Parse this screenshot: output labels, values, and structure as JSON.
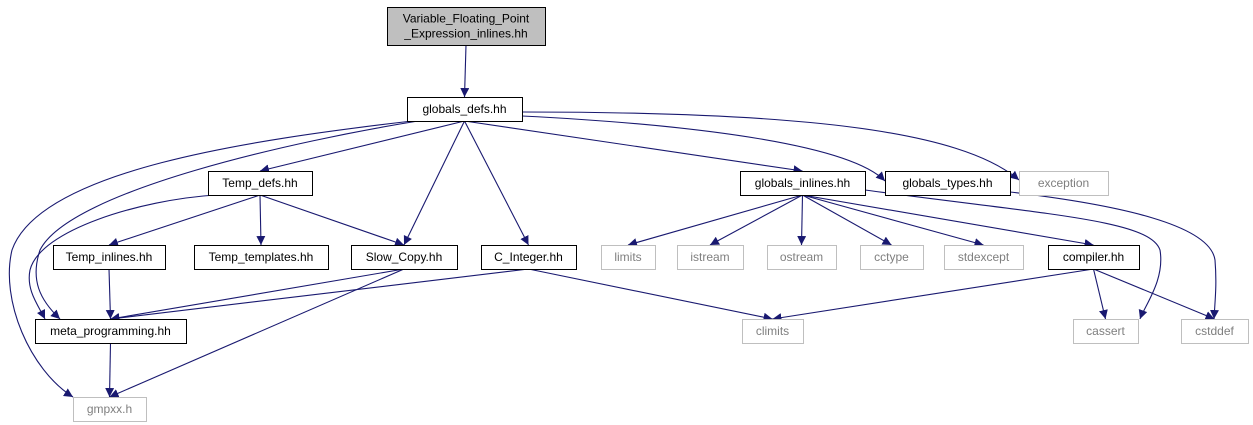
{
  "colors": {
    "edge": "#191970",
    "root_fill": "#bfbfbf",
    "documented_border": "#000000",
    "system_border": "#bfbfbf",
    "system_text": "#7f7f7f"
  },
  "nodes": [
    {
      "id": "root",
      "lines": [
        "Variable_Floating_Point",
        "_Expression_inlines.hh"
      ],
      "kind": "root"
    },
    {
      "id": "globals_defs",
      "lines": [
        "globals_defs.hh"
      ],
      "kind": "doc"
    },
    {
      "id": "temp_defs",
      "lines": [
        "Temp_defs.hh"
      ],
      "kind": "doc"
    },
    {
      "id": "globals_inlines",
      "lines": [
        "globals_inlines.hh"
      ],
      "kind": "doc"
    },
    {
      "id": "globals_types",
      "lines": [
        "globals_types.hh"
      ],
      "kind": "doc"
    },
    {
      "id": "exception",
      "lines": [
        "exception"
      ],
      "kind": "sys"
    },
    {
      "id": "temp_inlines",
      "lines": [
        "Temp_inlines.hh"
      ],
      "kind": "doc"
    },
    {
      "id": "temp_templates",
      "lines": [
        "Temp_templates.hh"
      ],
      "kind": "doc"
    },
    {
      "id": "slow_copy",
      "lines": [
        "Slow_Copy.hh"
      ],
      "kind": "doc"
    },
    {
      "id": "c_integer",
      "lines": [
        "C_Integer.hh"
      ],
      "kind": "doc"
    },
    {
      "id": "limits",
      "lines": [
        "limits"
      ],
      "kind": "sys"
    },
    {
      "id": "istream",
      "lines": [
        "istream"
      ],
      "kind": "sys"
    },
    {
      "id": "ostream",
      "lines": [
        "ostream"
      ],
      "kind": "sys"
    },
    {
      "id": "cctype",
      "lines": [
        "cctype"
      ],
      "kind": "sys"
    },
    {
      "id": "stdexcept",
      "lines": [
        "stdexcept"
      ],
      "kind": "sys"
    },
    {
      "id": "compiler",
      "lines": [
        "compiler.hh"
      ],
      "kind": "doc"
    },
    {
      "id": "meta_programming",
      "lines": [
        "meta_programming.hh"
      ],
      "kind": "doc"
    },
    {
      "id": "climits",
      "lines": [
        "climits"
      ],
      "kind": "sys"
    },
    {
      "id": "cassert",
      "lines": [
        "cassert"
      ],
      "kind": "sys"
    },
    {
      "id": "cstddef",
      "lines": [
        "cstddef"
      ],
      "kind": "sys"
    },
    {
      "id": "gmpxx",
      "lines": [
        "gmpxx.h"
      ],
      "kind": "sys"
    }
  ],
  "edges": [
    {
      "from": "root",
      "to": "globals_defs"
    },
    {
      "from": "globals_defs",
      "to": "gmpxx"
    },
    {
      "from": "globals_defs",
      "to": "meta_programming"
    },
    {
      "from": "globals_defs",
      "to": "temp_defs"
    },
    {
      "from": "globals_defs",
      "to": "slow_copy"
    },
    {
      "from": "globals_defs",
      "to": "c_integer"
    },
    {
      "from": "globals_defs",
      "to": "globals_inlines"
    },
    {
      "from": "globals_defs",
      "to": "globals_types"
    },
    {
      "from": "globals_defs",
      "to": "exception"
    },
    {
      "from": "temp_defs",
      "to": "meta_programming"
    },
    {
      "from": "temp_defs",
      "to": "temp_inlines"
    },
    {
      "from": "temp_defs",
      "to": "temp_templates"
    },
    {
      "from": "temp_defs",
      "to": "slow_copy"
    },
    {
      "from": "temp_inlines",
      "to": "meta_programming"
    },
    {
      "from": "slow_copy",
      "to": "meta_programming"
    },
    {
      "from": "slow_copy",
      "to": "gmpxx"
    },
    {
      "from": "c_integer",
      "to": "meta_programming"
    },
    {
      "from": "c_integer",
      "to": "climits"
    },
    {
      "from": "meta_programming",
      "to": "gmpxx"
    },
    {
      "from": "globals_inlines",
      "to": "limits"
    },
    {
      "from": "globals_inlines",
      "to": "istream"
    },
    {
      "from": "globals_inlines",
      "to": "ostream"
    },
    {
      "from": "globals_inlines",
      "to": "cctype"
    },
    {
      "from": "globals_inlines",
      "to": "stdexcept"
    },
    {
      "from": "globals_inlines",
      "to": "compiler"
    },
    {
      "from": "globals_inlines",
      "to": "cassert"
    },
    {
      "from": "globals_types",
      "to": "cstddef"
    },
    {
      "from": "compiler",
      "to": "climits"
    },
    {
      "from": "compiler",
      "to": "cassert"
    },
    {
      "from": "compiler",
      "to": "cstddef"
    }
  ]
}
